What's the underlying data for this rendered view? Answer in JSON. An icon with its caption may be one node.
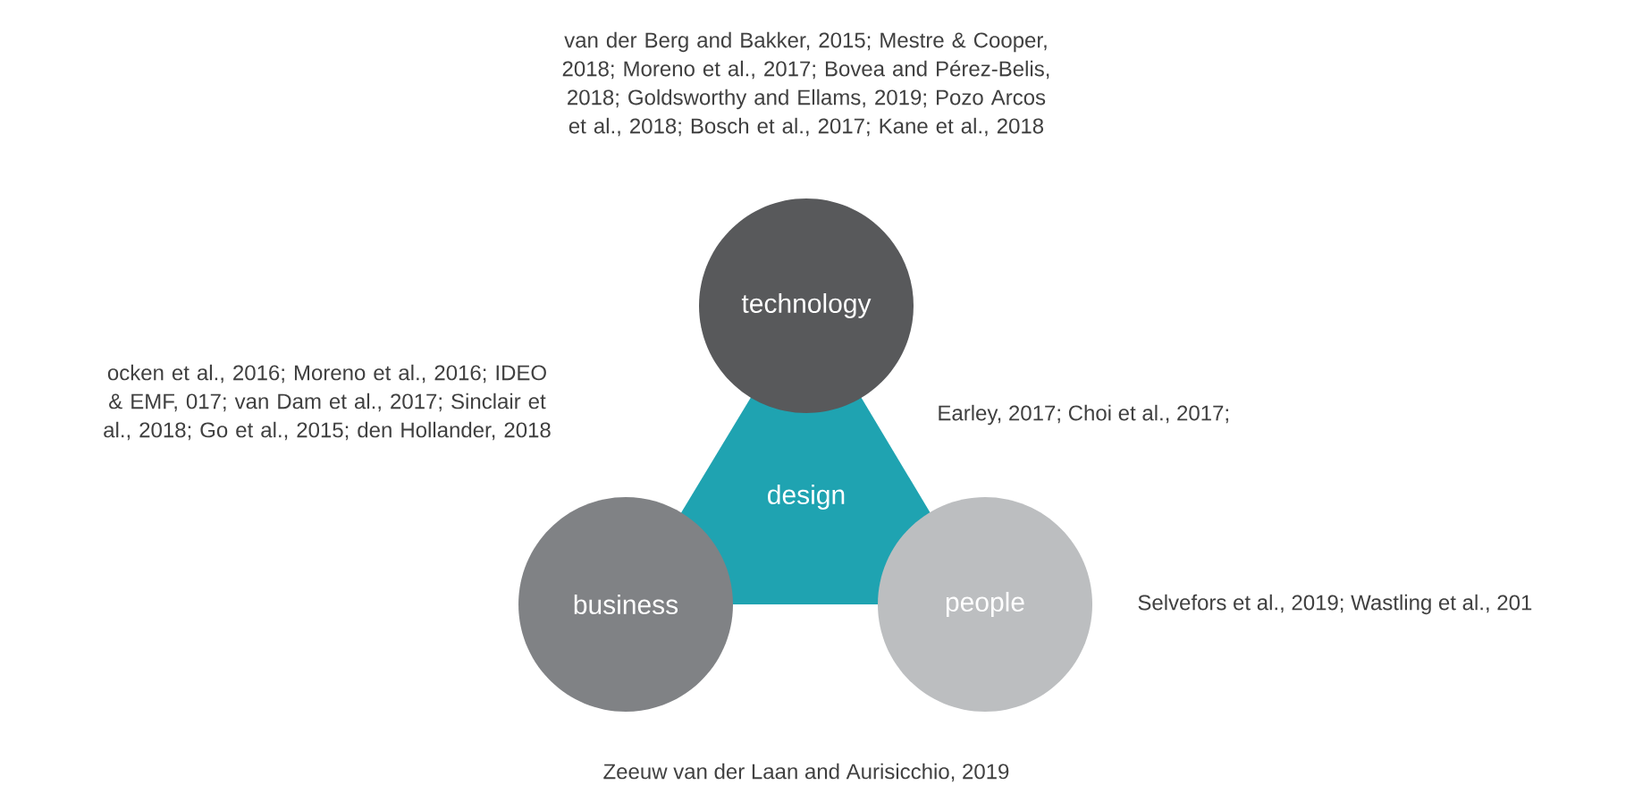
{
  "diagram": {
    "nodes": [
      {
        "text": [
          "technology"
        ]
      },
      {
        "text": [
          "design"
        ]
      },
      {
        "text": [
          "business"
        ]
      },
      {
        "text": [
          "people"
        ]
      }
    ],
    "labels": [
      "van der Berg and Bakker, 2015; Mestre & Cooper, 2018; Moreno et al., 2017; Bovea and Pérez-Belis, 2018; Goldsworthy and Ellams, 2019; Pozo Arcos et al., 2018; Bosch et al., 2017; Kane et al., 2018",
      "ocken et al., 2016; Moreno et al., 2016; IDEO & EMF, 017; van Dam et al., 2017; Sinclair et al., 2018; Go et al., 2015; den Hollander, 2018",
      "Earley, 2017; Choi et al., 2017;",
      "Selvefors et al., 2019; Wastling et al., 201",
      "Zeeuw van der Laan and Aurisicchio, 2019"
    ]
  }
}
